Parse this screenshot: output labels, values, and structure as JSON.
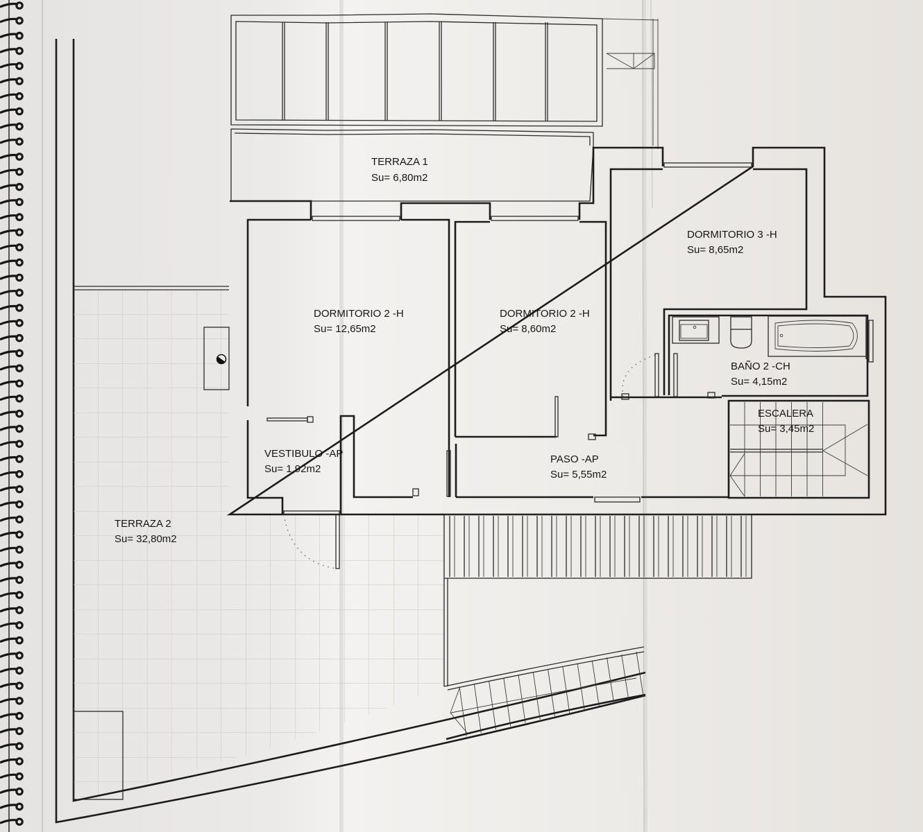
{
  "plan": {
    "type": "floor-plan",
    "sheet": "architectural floor plan on spiral-bound paper"
  },
  "rooms": {
    "terraza1": {
      "name": "TERRAZA 1",
      "area": "Su= 6,80m2",
      "area_m2": 6.8
    },
    "dorm2a": {
      "name": "DORMITORIO 2 -H",
      "area": "Su= 12,65m2",
      "area_m2": 12.65
    },
    "dorm2b": {
      "name": "DORMITORIO 2 -H",
      "area": "Su= 8,60m2",
      "area_m2": 8.6
    },
    "dorm3": {
      "name": "DORMITORIO 3 -H",
      "area": "Su= 8,65m2",
      "area_m2": 8.65
    },
    "bano2": {
      "name": "BAÑO 2 -CH",
      "area": "Su= 4,15m2",
      "area_m2": 4.15
    },
    "escalera": {
      "name": "ESCALERA",
      "area": "Su= 3,45m2",
      "area_m2": 3.45
    },
    "vestibulo": {
      "name": "VESTIBULO -AP",
      "area": "Su= 1,92m2",
      "area_m2": 1.92
    },
    "paso": {
      "name": "PASO -AP",
      "area": "Su= 5,55m2",
      "area_m2": 5.55
    },
    "terraza2": {
      "name": "TERRAZA 2",
      "area": "Su= 32,80m2",
      "area_m2": 32.8
    }
  },
  "fixtures": [
    "washbasin",
    "toilet",
    "bathtub",
    "chimney-flue",
    "interior-stair",
    "exterior-stair-south",
    "exterior-stair-southwest",
    "pergola"
  ],
  "colors": {
    "paper": "#e9e8e6",
    "ink": "#1c1c1c",
    "grid": "#c9c8c6",
    "binding": "#111111"
  }
}
